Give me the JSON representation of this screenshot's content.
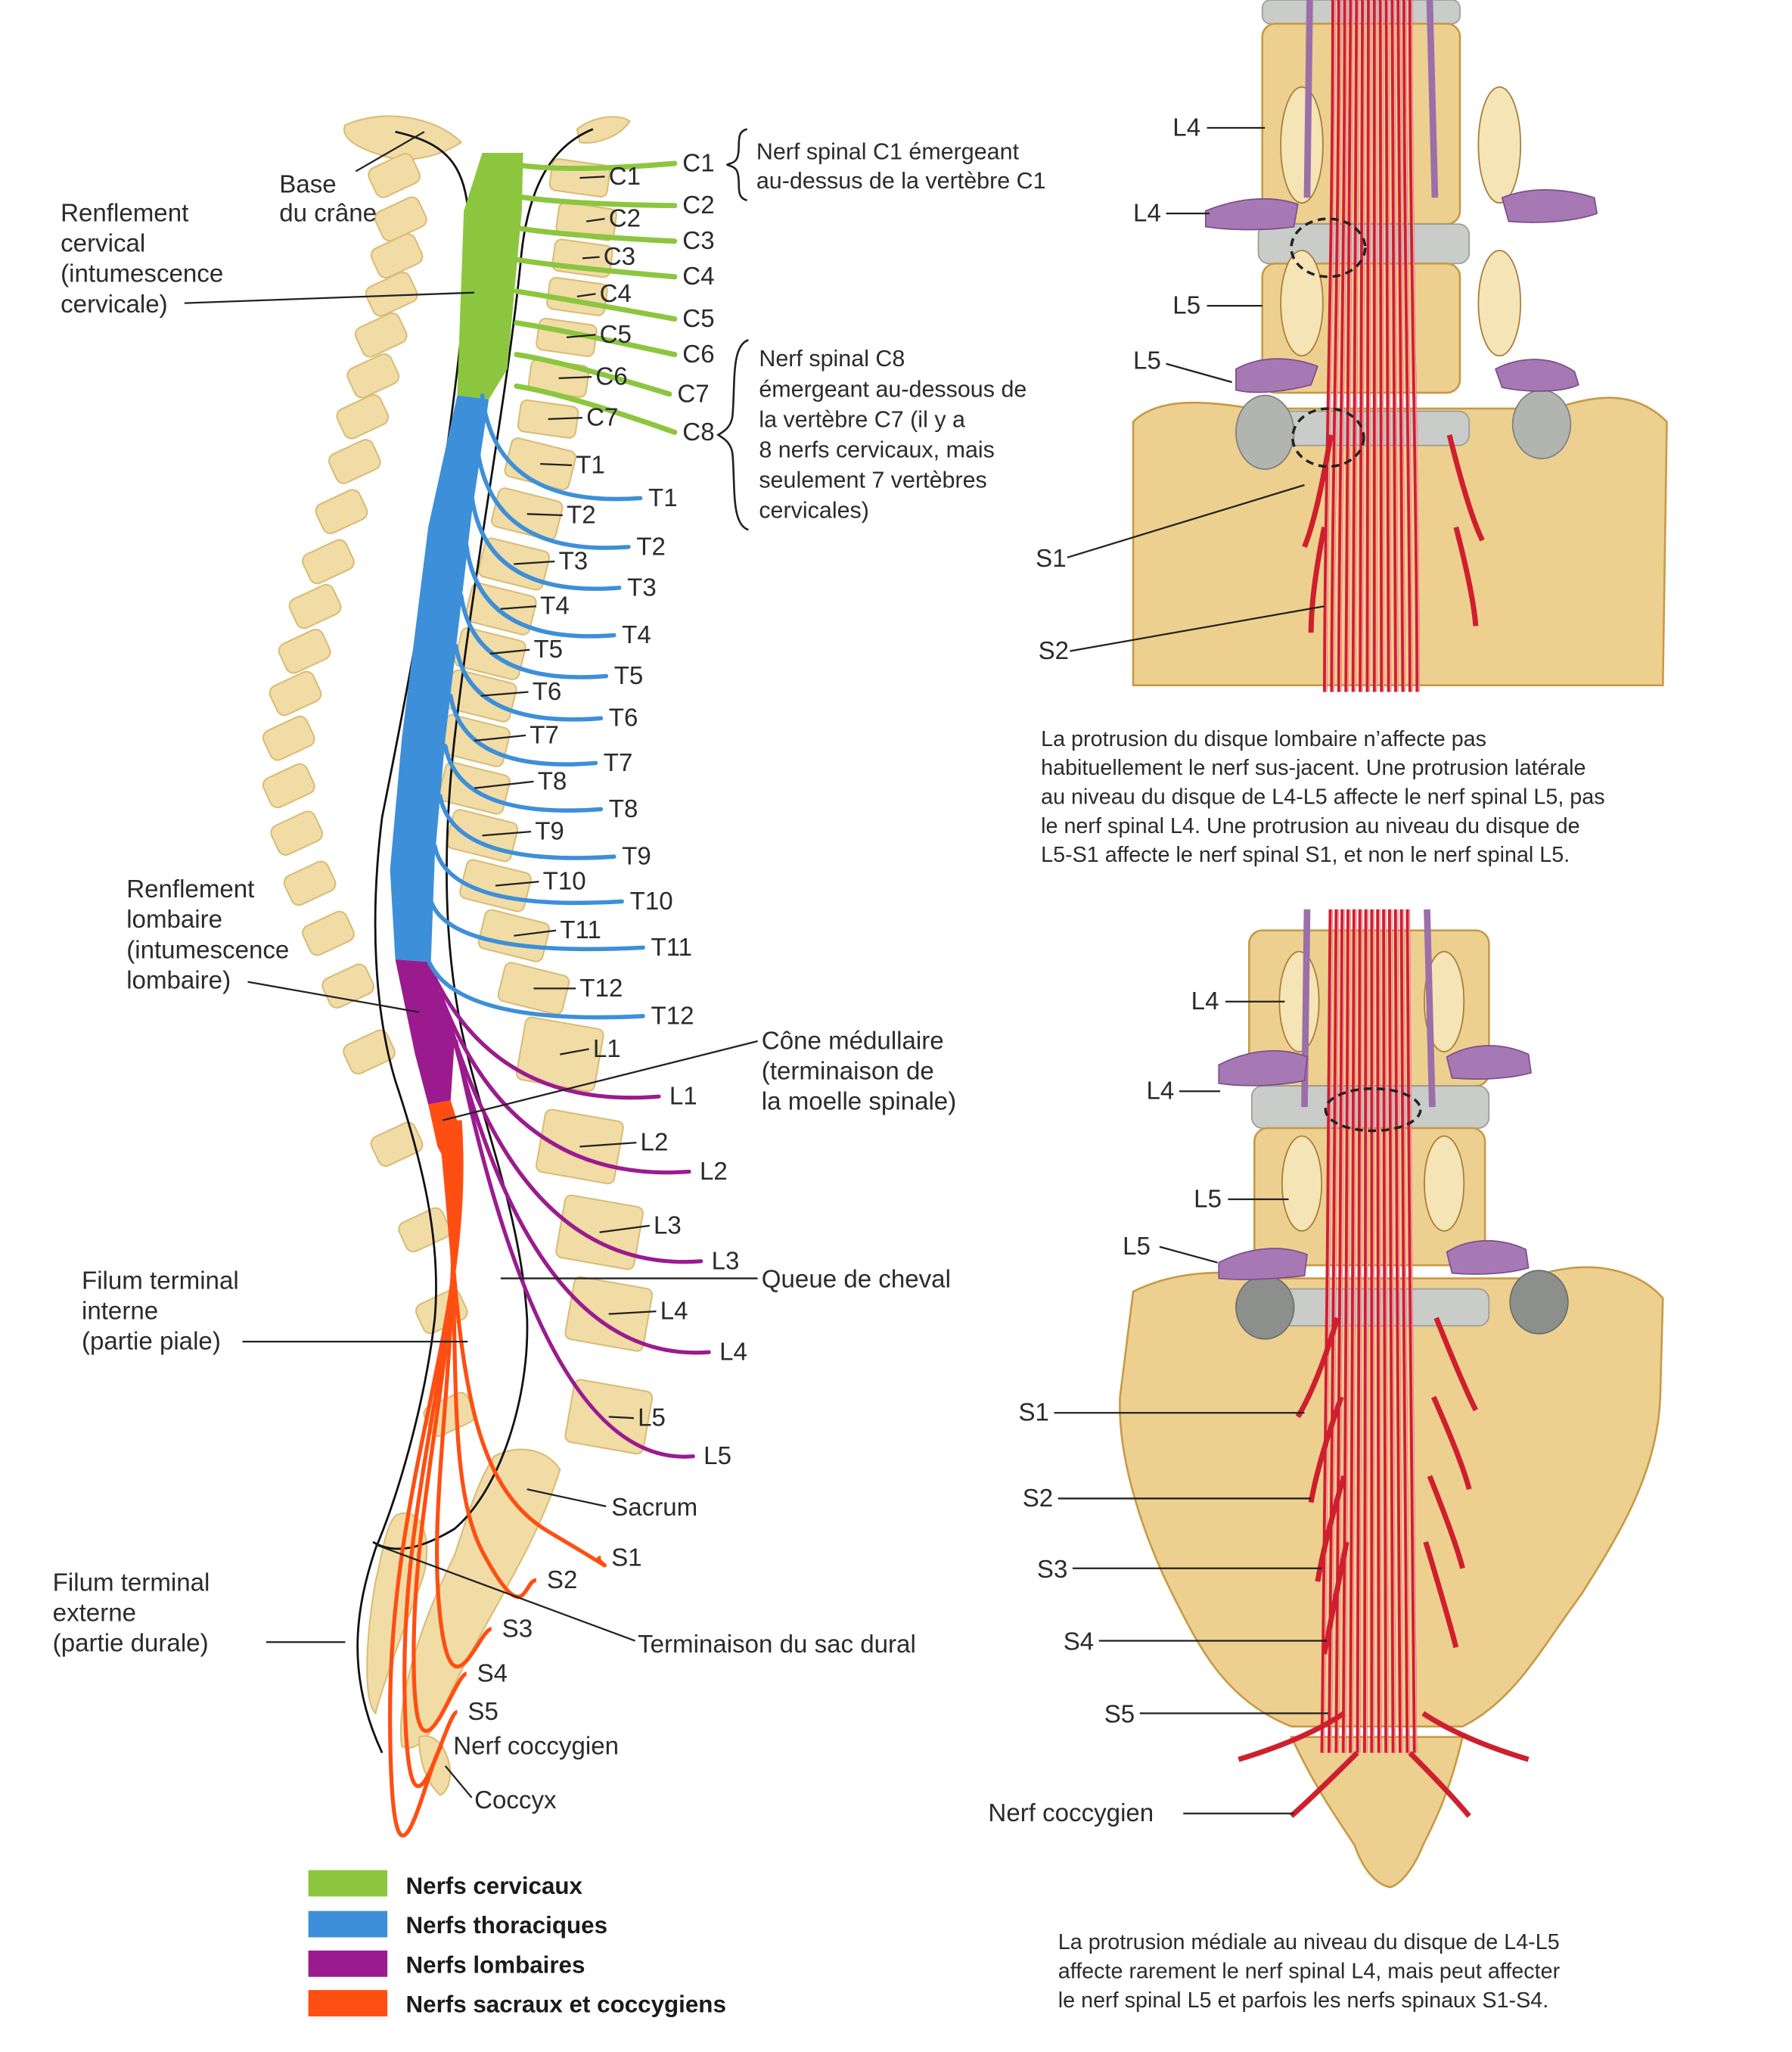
{
  "colors": {
    "cervical": "#8cc63f",
    "thoracic": "#3d8fd9",
    "lumbar": "#9b1b8f",
    "sacral": "#ff4e12",
    "bone": "#f1dca6",
    "cauda_red": "#cf1f2e",
    "root_purple": "#9b6fa8"
  },
  "left_figure": {
    "labels": {
      "base_skull": [
        "Base",
        "du crâne"
      ],
      "cervical_enlargement": [
        "Renflement",
        "cervical",
        "(intumescence",
        "cervicale)"
      ],
      "lumbar_enlargement": [
        "Renflement",
        "lombaire",
        "(intumescence",
        "lombaire)"
      ],
      "conus": [
        "Cône médullaire",
        "(terminaison de",
        "la moelle spinale)"
      ],
      "cauda_equina": "Queue de cheval",
      "filum_internal": [
        "Filum terminal",
        "interne",
        "(partie piale)"
      ],
      "filum_external": [
        "Filum terminal",
        "externe",
        "(partie durale)"
      ],
      "dural_sac_end": "Terminaison du sac dural",
      "sacrum": "Sacrum",
      "coccyx": "Coccyx",
      "coccygeal_nerve": "Nerf coccygien"
    },
    "note_c1": [
      "Nerf spinal C1 émergeant",
      "au-dessus de la vertèbre C1"
    ],
    "note_c8": [
      "Nerf spinal C8",
      "émergeant au-dessous de",
      "la vertèbre C7 (il y a",
      "8 nerfs cervicaux, mais",
      "seulement 7 vertèbres",
      "cervicales)"
    ],
    "vertebra_labels": [
      "C1",
      "C2",
      "C3",
      "C4",
      "C5",
      "C6",
      "C7",
      "T1",
      "T2",
      "T3",
      "T4",
      "T5",
      "T6",
      "T7",
      "T8",
      "T9",
      "T10",
      "T11",
      "T12",
      "L1",
      "L2",
      "L3",
      "L4",
      "L5"
    ],
    "cervical_nerves": [
      "C1",
      "C2",
      "C3",
      "C4",
      "C5",
      "C6",
      "C7",
      "C8"
    ],
    "thoracic_nerves": [
      "T1",
      "T2",
      "T3",
      "T4",
      "T5",
      "T6",
      "T7",
      "T8",
      "T9",
      "T10",
      "T11",
      "T12"
    ],
    "lumbar_nerves": [
      "L1",
      "L2",
      "L3",
      "L4",
      "L5"
    ],
    "sacral_nerves": [
      "S1",
      "S2",
      "S3",
      "S4",
      "S5"
    ]
  },
  "legend": [
    {
      "label": "Nerfs cervicaux",
      "color": "#8cc63f"
    },
    {
      "label": "Nerfs thoraciques",
      "color": "#3d8fd9"
    },
    {
      "label": "Nerfs lombaires",
      "color": "#9b1b8f"
    },
    {
      "label": "Nerfs sacraux et coccygiens",
      "color": "#ff4e12"
    }
  ],
  "panel_top": {
    "labels": [
      "L4",
      "L4",
      "L5",
      "L5",
      "S1",
      "S2"
    ],
    "caption": [
      "La protrusion du disque lombaire n’affecte pas",
      "habituellement le nerf sus-jacent. Une protrusion latérale",
      "au niveau du disque de L4-L5 affecte le nerf spinal L5, pas",
      "le nerf spinal L4. Une protrusion au niveau du disque de",
      "L5-S1 affecte le nerf spinal S1, et non le nerf spinal L5."
    ]
  },
  "panel_bottom": {
    "labels": [
      "L4",
      "L4",
      "L5",
      "L5",
      "S1",
      "S2",
      "S3",
      "S4",
      "S5",
      "Nerf coccygien"
    ],
    "caption": [
      "La protrusion médiale au niveau du disque de L4-L5",
      "affecte rarement le nerf spinal L4, mais peut affecter",
      "le nerf spinal L5 et parfois les nerfs spinaux S1-S4."
    ]
  }
}
